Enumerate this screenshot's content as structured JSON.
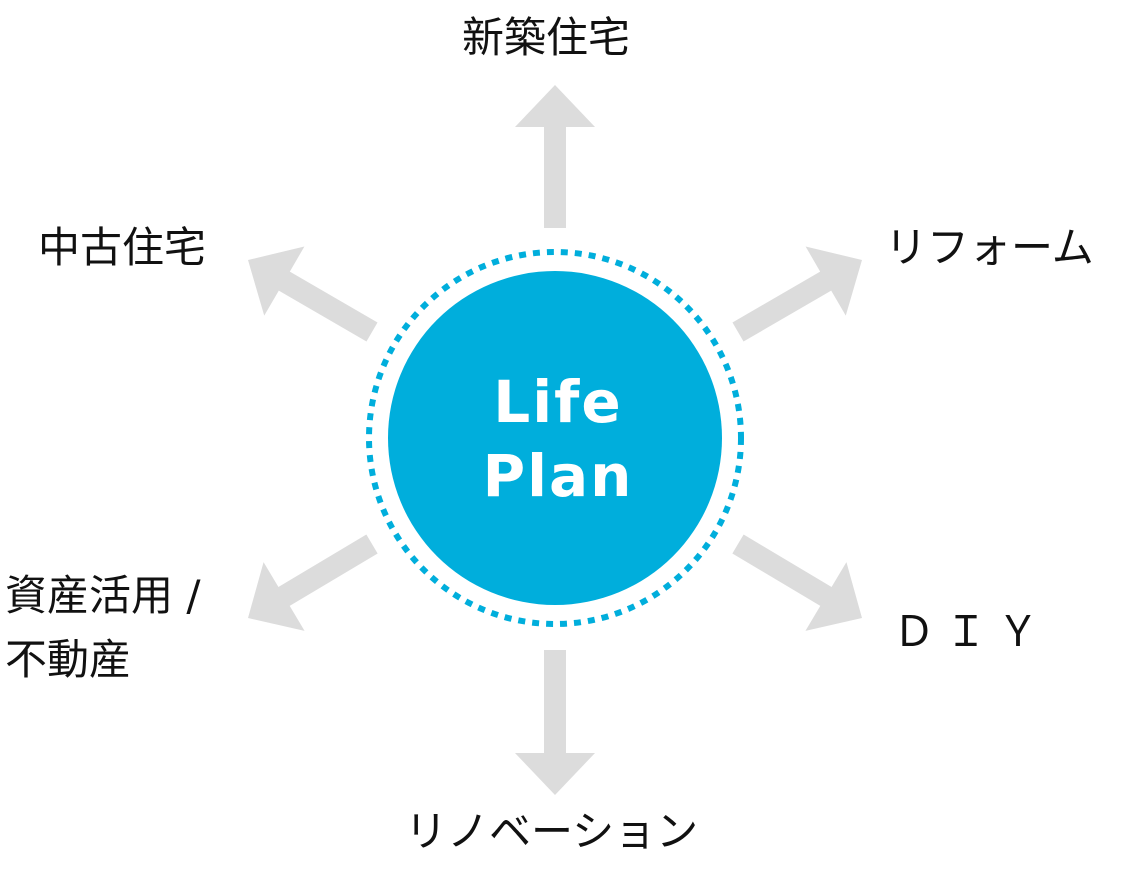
{
  "center": {
    "line1": "Life",
    "line2": "Plan"
  },
  "labels": {
    "top": "新築住宅",
    "upper_left": "中古住宅",
    "upper_right": "リフォーム",
    "lower_left_1": "資産活用 /",
    "lower_left_2": "不動産",
    "lower_right": "ＤＩＹ",
    "bottom": "リノベーション"
  },
  "colors": {
    "accent": "#00aedc",
    "arrow": "#dcdcdc",
    "text": "#111111"
  }
}
